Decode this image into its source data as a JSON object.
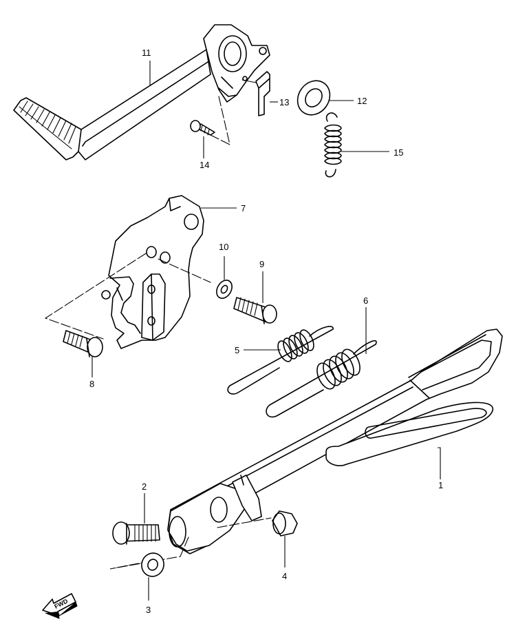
{
  "callouts": {
    "c1": "1",
    "c2": "2",
    "c3": "3",
    "c4": "4",
    "c5": "5",
    "c6": "6",
    "c7": "7",
    "c8": "8",
    "c9": "9",
    "c10": "10",
    "c11": "11",
    "c12": "12",
    "c13": "13",
    "c14": "14",
    "c15": "15"
  },
  "direction_badge": "FWD",
  "colors": {
    "line": "#000000",
    "background": "#ffffff"
  }
}
